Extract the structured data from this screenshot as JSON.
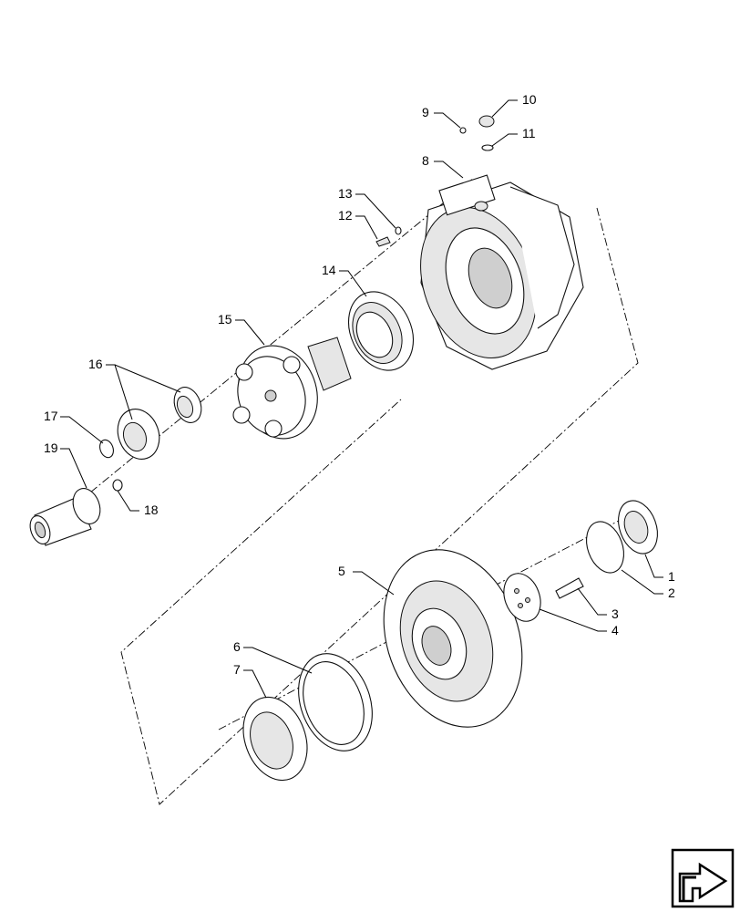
{
  "callouts": [
    {
      "id": "1",
      "text": "1"
    },
    {
      "id": "2",
      "text": "2"
    },
    {
      "id": "3",
      "text": "3"
    },
    {
      "id": "4",
      "text": "4"
    },
    {
      "id": "5",
      "text": "5"
    },
    {
      "id": "6",
      "text": "6"
    },
    {
      "id": "7",
      "text": "7"
    },
    {
      "id": "8",
      "text": "8"
    },
    {
      "id": "9",
      "text": "9"
    },
    {
      "id": "10",
      "text": "10"
    },
    {
      "id": "11",
      "text": "11"
    },
    {
      "id": "12",
      "text": "12"
    },
    {
      "id": "13",
      "text": "13"
    },
    {
      "id": "14",
      "text": "14"
    },
    {
      "id": "15",
      "text": "15"
    },
    {
      "id": "16",
      "text": "16"
    },
    {
      "id": "17",
      "text": "17"
    },
    {
      "id": "18",
      "text": "18"
    },
    {
      "id": "19",
      "text": "19"
    }
  ],
  "nav_icon": {
    "name": "next-page-arrow-icon"
  }
}
